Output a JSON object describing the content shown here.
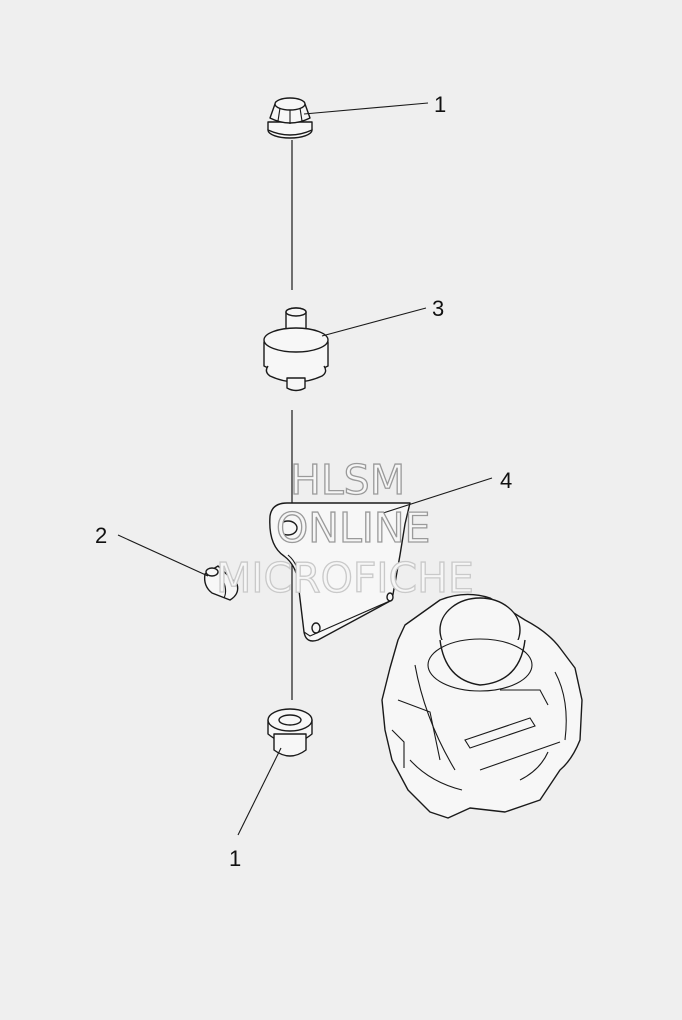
{
  "callouts": {
    "nut_top": "1",
    "isolator": "3",
    "bracket": "4",
    "screw": "2",
    "nut_bottom": "1"
  },
  "watermark": {
    "line1": "HLSM",
    "line2": "ONLINE",
    "line3": "MICROFICHE"
  },
  "colors": {
    "background": "#efefef",
    "line_art": "#1a1a1a",
    "watermark_outline": "#9a9a9a"
  }
}
